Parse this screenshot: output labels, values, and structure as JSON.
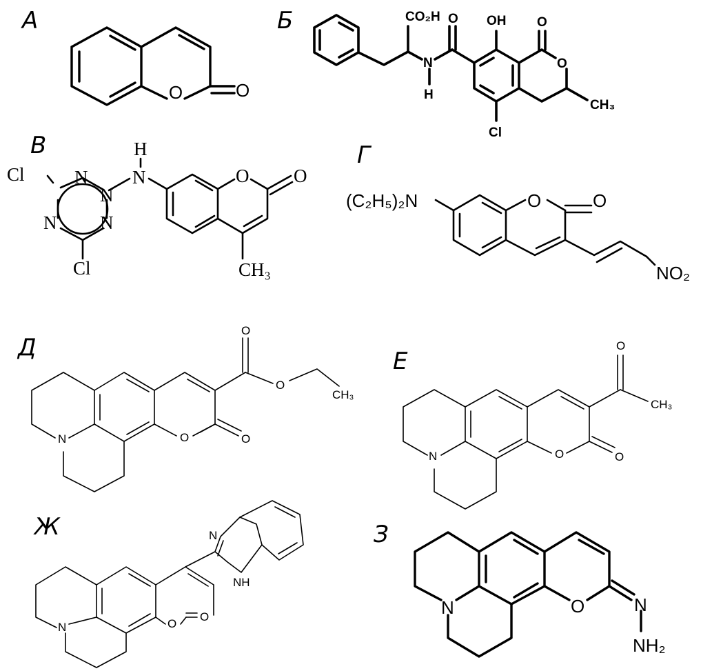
{
  "panels": [
    {
      "label": "А",
      "atoms": {
        "o_ring": "O",
        "o_carbonyl": "O"
      }
    },
    {
      "label": "Б",
      "atoms": {
        "co2h": "CO₂H",
        "oh": "OH",
        "o_carbonyl_amide": "O",
        "o_carbonyl_lactone": "O",
        "n": "N",
        "h": "H",
        "o_ring": "O",
        "ch3": "CH₃",
        "cl": "Cl"
      }
    },
    {
      "label": "В",
      "atoms": {
        "h": "H",
        "n_amine": "N",
        "cl_top": "Cl",
        "n_1": "N",
        "n_2": "N",
        "n_3": "N",
        "n_4": "N",
        "cl_bottom": "Cl",
        "o_ring": "O",
        "o_carbonyl": "O",
        "ch3": "CH₃"
      }
    },
    {
      "label": "Г",
      "atoms": {
        "amine": "(C₂H₅)₂N",
        "o_ring": "O",
        "o_carbonyl": "O",
        "no2": "NO₂"
      }
    },
    {
      "label": "Д",
      "atoms": {
        "o_ester_carbonyl": "O",
        "o_ester": "O",
        "ch3": "CH₃",
        "n": "N",
        "o_ring": "O",
        "o_carbonyl": "O"
      }
    },
    {
      "label": "Е",
      "atoms": {
        "o_acetyl": "O",
        "ch3": "CH₃",
        "n": "N",
        "o_ring": "O",
        "o_carbonyl": "O"
      }
    },
    {
      "label": "Ж",
      "atoms": {
        "n_imidazole": "N",
        "nh": "NH",
        "n": "N",
        "o_ring": "O",
        "o_carbonyl": "O"
      }
    },
    {
      "label": "З",
      "atoms": {
        "n": "N",
        "o_ring": "O",
        "n_hydrazone": "N",
        "nh2": "NH₂"
      }
    }
  ]
}
